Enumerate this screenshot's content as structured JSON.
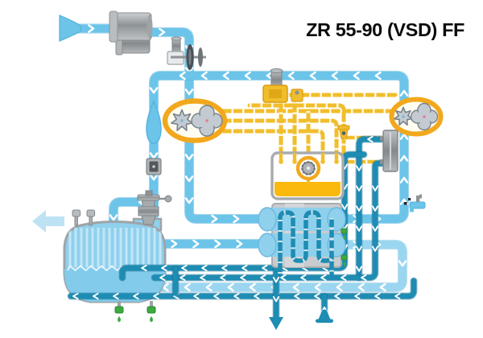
{
  "title": "ZR 55-90 (VSD) FF",
  "colors": {
    "background": "#FFFFFF",
    "title_color": "#0B0B0B",
    "air_pipe": "#6CC4E9",
    "air_pipe_edge": "#58B4DE",
    "air_pipe_pale": "#9BD6F0",
    "air_outlet_arrow": "#BDE2F4",
    "water_pipe": "#1E8CB3",
    "water_pipe_edge": "#126E92",
    "oil_pipe": "#F1BE2B",
    "oil_ring": "#F2A81D",
    "oil_fill": "#FBB90D",
    "metal_gray": "#9FA4A8",
    "metal_dark": "#6E7478",
    "block_gray": "#C9CCCE",
    "tank_fill": "#8FD0ED",
    "drain_green": "#3DA93F",
    "rotor_fill": "#C3CAD1",
    "rotor_edge": "#7A828A"
  },
  "circuits": [
    {
      "id": "air",
      "color": "#6CC4E9"
    },
    {
      "id": "oil",
      "color": "#F1BE2B"
    },
    {
      "id": "cooling-water",
      "color": "#1E8CB3"
    }
  ],
  "components": [
    "air-intake-horn",
    "air-intake-filter",
    "inlet-throttle-valve",
    "blow-off-damper",
    "check-valve",
    "low-pressure-element",
    "high-pressure-element",
    "oil-stop-valve",
    "oil-thermostat-valve",
    "oil-filter-valve",
    "oil-pump",
    "oil-sump-tank",
    "oil-cooler",
    "intercooler",
    "aftercooler",
    "cooling-water-coil",
    "condensate-drain-intercooler",
    "condensate-drain-aftercooler",
    "dryer-vessel",
    "dryer-top-valve",
    "dryer-condensate-drains",
    "dry-air-outlet-arrow",
    "cooling-water-inlet",
    "cooling-water-outlet",
    "water-tap"
  ]
}
